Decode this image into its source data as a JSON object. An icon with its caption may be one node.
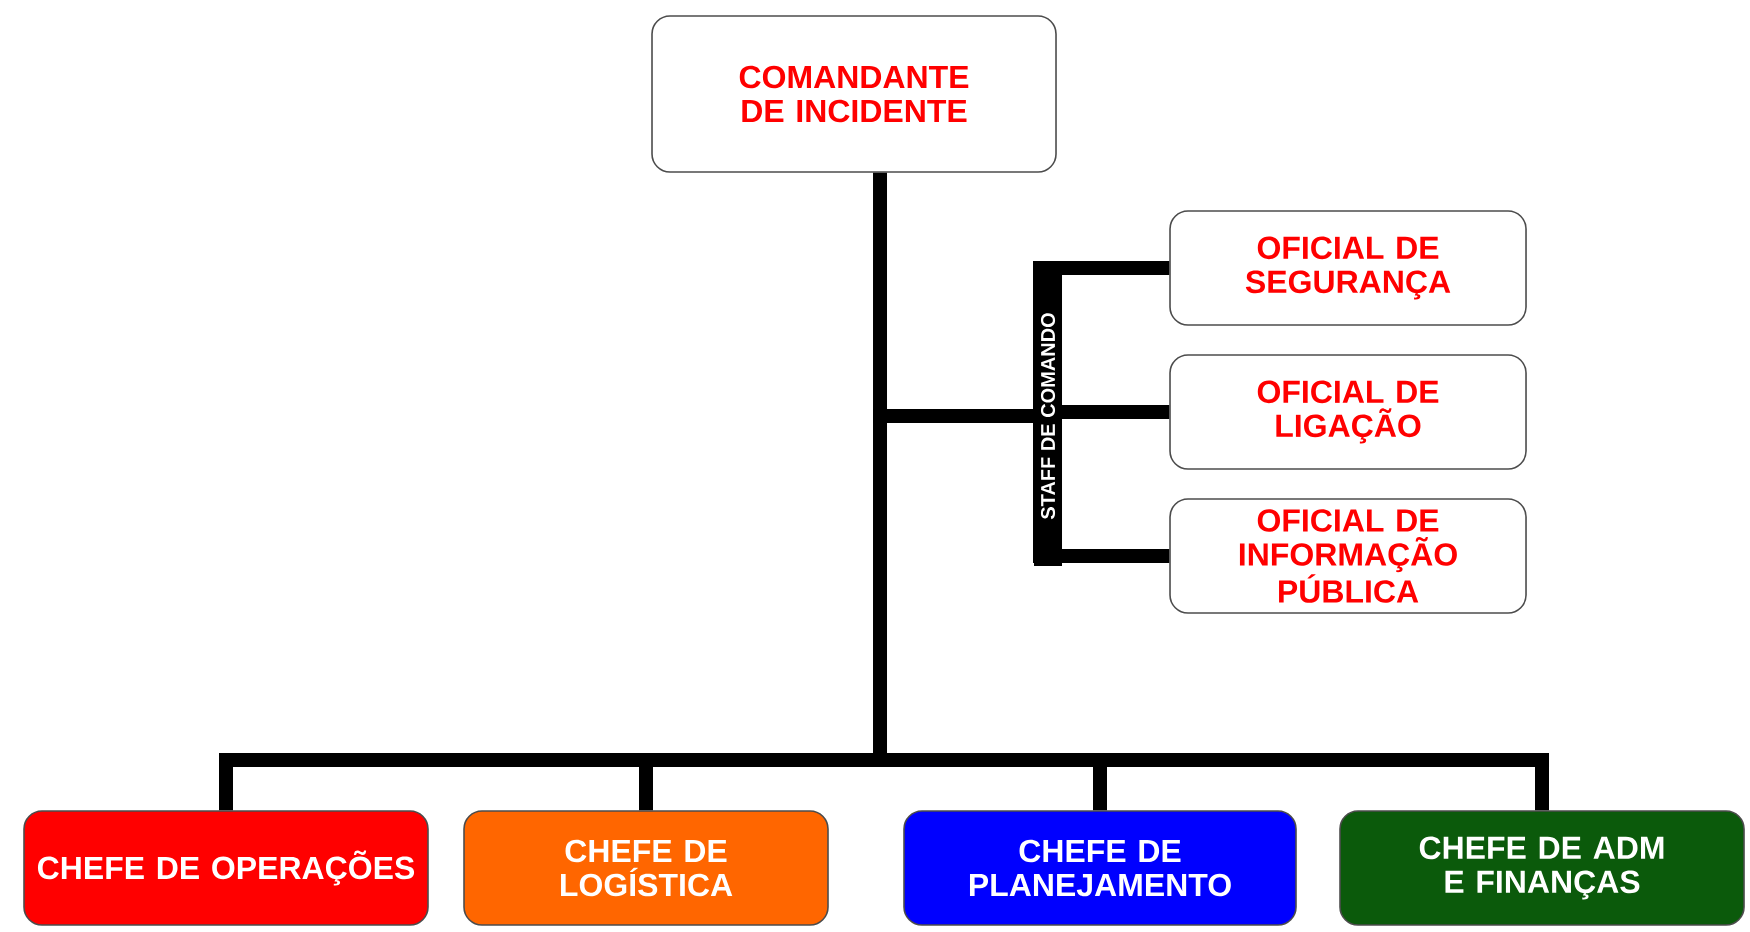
{
  "diagram": {
    "nodes": [
      {
        "text": [
          "COMANDANTE DE INCIDENTE"
        ]
      },
      {
        "text": [
          "OFICIAL DE SEGURANÇA"
        ]
      },
      {
        "text": [
          "OFICIAL DE LIGAÇÃO"
        ]
      },
      {
        "text": [
          "OFICIAL DE INFORMAÇÃO PÚBLICA"
        ]
      },
      {
        "text": [
          "CHEFE DE OPERAÇÕES"
        ]
      },
      {
        "text": [
          "CHEFE DE LOGÍSTICA"
        ]
      },
      {
        "text": [
          "CHEFE DE PLANEJAMENTO"
        ]
      },
      {
        "text": [
          "CHEFE DE ADM E FINANÇAS"
        ]
      }
    ],
    "edges": [
      {
        "from": 0,
        "to": 1,
        "arrow": "none"
      },
      {
        "from": 0,
        "to": 2,
        "arrow": "none"
      },
      {
        "from": 0,
        "to": 3,
        "arrow": "none"
      },
      {
        "from": 0,
        "to": 4,
        "arrow": "none"
      },
      {
        "from": 0,
        "to": 5,
        "arrow": "none"
      },
      {
        "from": 0,
        "to": 6,
        "arrow": "none"
      },
      {
        "from": 0,
        "to": 7,
        "arrow": "none"
      }
    ],
    "labels": [
      "STAFF DE COMANDO"
    ]
  }
}
